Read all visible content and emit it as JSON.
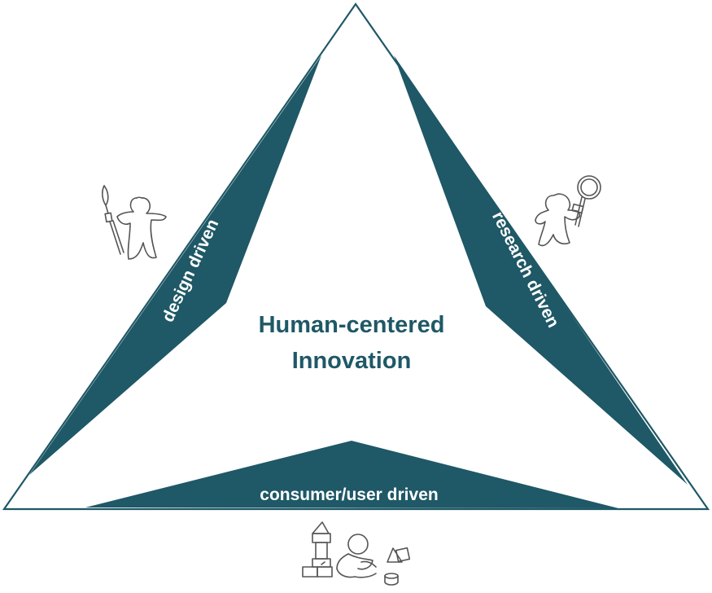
{
  "diagram": {
    "center_title": {
      "line1": "Human-centered",
      "line2": "Innovation"
    },
    "sides": {
      "left": "design driven",
      "right": "research driven",
      "bottom": "consumer/user driven"
    },
    "icons": {
      "left": "artist-with-paintbrush-icon",
      "right": "researcher-with-magnifier-icon",
      "bottom": "child-with-blocks-icon"
    },
    "colors": {
      "band": "#1f5866",
      "title": "#1f5866",
      "band_text": "#ffffff",
      "sketch": "#555555"
    }
  }
}
